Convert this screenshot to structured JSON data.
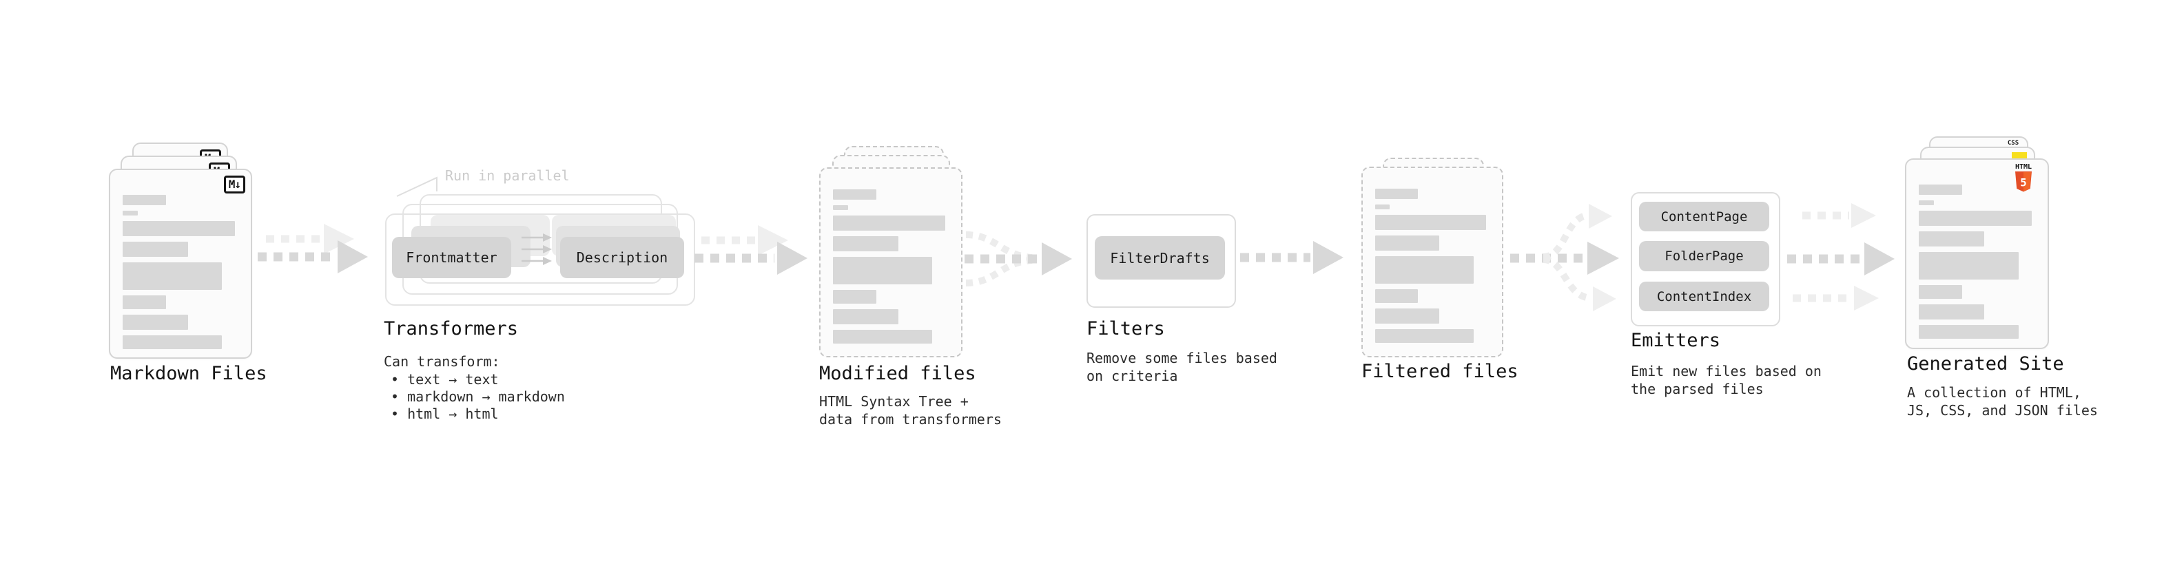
{
  "nodes": {
    "markdown_files": {
      "label": "Markdown Files",
      "file_icon": "M↓"
    },
    "transformers": {
      "label": "Transformers",
      "annotation": "Run in parallel",
      "step1": "Frontmatter",
      "step2": "Description",
      "desc_title": "Can transform:",
      "bullets": [
        "• text → text",
        "• markdown → markdown",
        "• html → html"
      ]
    },
    "modified_files": {
      "label": "Modified files",
      "desc1": "HTML Syntax Tree +",
      "desc2": "data from transformers"
    },
    "filters": {
      "label": "Filters",
      "button": "FilterDrafts",
      "desc1": "Remove some files based",
      "desc2": "on criteria"
    },
    "filtered_files": {
      "label": "Filtered files"
    },
    "emitters": {
      "label": "Emitters",
      "buttons": [
        "ContentPage",
        "FolderPage",
        "ContentIndex"
      ],
      "desc1": "Emit new files based on",
      "desc2": "the parsed files"
    },
    "generated_site": {
      "label": "Generated Site",
      "desc1": "A collection of HTML,",
      "desc2": "JS, CSS, and JSON files",
      "css_icon_label": "CSS",
      "html_icon_label": "HTML",
      "html_icon_number": "5"
    }
  },
  "colors": {
    "html5_orange": "#e44d26",
    "html5_orange_light": "#f16529",
    "js_yellow": "#f7df1e",
    "css_blue": "#2d6bf0",
    "placeholder_bar": "#d8d8d8",
    "pill_fill": "#d5d5d5",
    "arrow_main": "#d8d8d8",
    "arrow_light": "#eeeeee",
    "annotation_gray": "#cbcbcb"
  }
}
